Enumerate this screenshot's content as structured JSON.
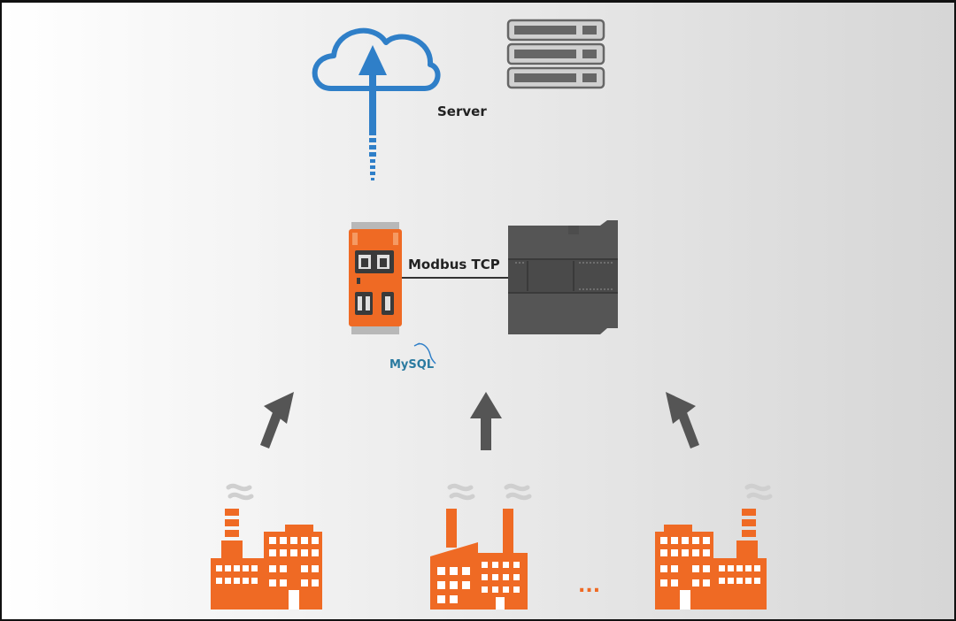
{
  "labels": {
    "server": "Server",
    "protocol": "Modbus TCP",
    "database": "MySQL",
    "more": "..."
  },
  "colors": {
    "cloud_blue": "#2f7fc8",
    "device_orange": "#ef6a24",
    "plc_gray": "#555555",
    "arrow_gray": "#555555",
    "factory_orange": "#ef6a24",
    "smoke_gray": "#cfcfcf"
  },
  "icons": {
    "cloud": "cloud-upload-icon",
    "server": "server-rack-icon",
    "gateway": "gateway-device-icon",
    "plc": "plc-controller-icon",
    "db": "mysql-logo-icon",
    "factory": "factory-icon"
  }
}
